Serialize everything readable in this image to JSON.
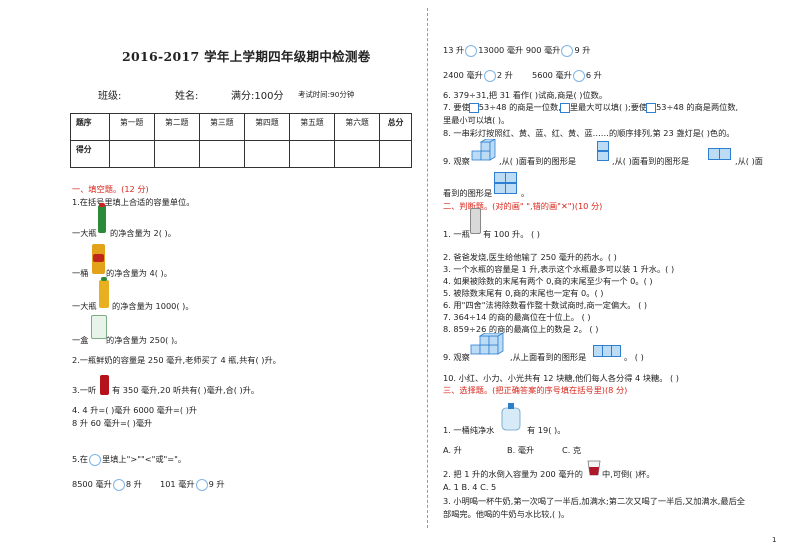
{
  "header": {
    "title": "2016-2017 学年上学期四年级期中检测卷",
    "class_label": "班级:",
    "name_label": "姓名:",
    "full_score": "满分:100分",
    "exam_time": "考试时间:90分钟"
  },
  "score_table": {
    "headers": [
      "题序",
      "第一题",
      "第二题",
      "第三题",
      "第四题",
      "第五题",
      "第六题",
      "总分"
    ],
    "row_label": "得分"
  },
  "section1": {
    "heading": "一、填空题。(12 分)",
    "q1_intro": "1.在括号里填上合适的容量单位。",
    "q1_a": "一大瓶",
    "q1_a2": "的净含量为 2(      )。",
    "q1_b": "一桶",
    "q1_b2": "的净含量为 4(      )。",
    "q1_c": "一大瓶",
    "q1_c2": "的净含量为 1000(      )。",
    "q1_d": "一盒",
    "q1_d2": "的净含量为 250(      )。",
    "q2": "2.一瓶鲜奶的容量是 250 毫升,老师买了 4 瓶,共有(      )升。",
    "q3_a": "3.一听",
    "q3_b": "有 350 毫升,20 听共有(      )毫升,合(      )升。",
    "q4_a": "4. 4 升=(      )毫升 6000 毫升=(      )升",
    "q4_b": "8 升 60 毫升=(      )毫升",
    "q5": "5.在",
    "q5b": "里填上\">\"\"<\"或\"=\"。",
    "q5_c1": "8500 毫升",
    "q5_c1b": "8 升",
    "q5_c2": "101 毫升",
    "q5_c2b": "9 升"
  },
  "right": {
    "r1a": "13 升",
    "r1b": "13000 毫升 900 毫升",
    "r1c": "9 升",
    "r2a": "2400 毫升",
    "r2b": "2 升",
    "r2c": "5600 毫升",
    "r2d": "6 升",
    "q6": "6. 379÷31,把 31 看作(      )试商,商是(      )位数。",
    "q7a": "7. 要使",
    "q7b": "53÷48 的商是一位数,",
    "q7c": "里最大可以填(      );要使",
    "q7d": "53÷48 的商是两位数,",
    "q7e": "里最小可以填(      )。",
    "q8": "8. 一串彩灯按照红、黄、蓝、红、黄、蓝……的顺序排列,第 23 盏灯是(      )色的。",
    "q9a": "9. 观察",
    "q9b": ",从(      )面看到的图形是",
    "q9c": ",从(      )面看到的图形是",
    "q9d": ",从(      )面",
    "q9e": "看到的图形是",
    "q9f": "。"
  },
  "section2": {
    "heading": "二、判断题。(对的画\"    \",错的画\"✕\")(10 分)",
    "j1a": "1. 一瓶",
    "j1b": "有 100 升。      (      )",
    "j2": "2. 爸爸发烧,医生给他输了 250 毫升的药水。(      )",
    "j3": "3. 一个水瓶的容量是 1 升,表示这个水瓶最多可以装 1 升水。(      )",
    "j4": "4. 如果被除数的末尾有两个 0,商的末尾至少有一个 0。(      )",
    "j5": "5. 被除数末尾有 0,商的末尾也一定有 0。(      )",
    "j6": "6. 用\"四舍\"法将除数看作整十数试商时,商一定偏大。       (      )",
    "j7": "7. 364÷14 的商的最高位在十位上。      (      )",
    "j8": "8. 859÷26 的商的最高位上的数是 2。      (      )",
    "j9a": "9. 观察",
    "j9b": ",从上面看到的图形是",
    "j9c": "。      (      )",
    "j10": "10. 小红、小力、小光共有 12 块糖,他们每人各分得 4 块糖。      (      )"
  },
  "section3": {
    "heading": "三、选择题。(把正确答案的序号填在括号里)(8 分)",
    "c1a": "1. 一桶纯净水",
    "c1b": "有 19(      )。",
    "c1_opts": [
      "A. 升",
      "B. 毫升",
      "C. 克"
    ],
    "c2a": "2. 把 1 升的水倒入容量为 200 毫升的",
    "c2b": "中,可倒(      )杯。",
    "c2_opts": "A. 1 B. 4 C. 5",
    "c3a": "3. 小明喝一杯牛奶,第一次喝了一半后,加满水;第二次又喝了一半后,又加满水,最后全",
    "c3b": "部喝完。他喝的牛奶与水比较,(      )。"
  },
  "page_number": "1",
  "colors": {
    "section": "#d9261c",
    "cube_fill": "#bcdcf6",
    "cube_line": "#2e7fd1"
  }
}
